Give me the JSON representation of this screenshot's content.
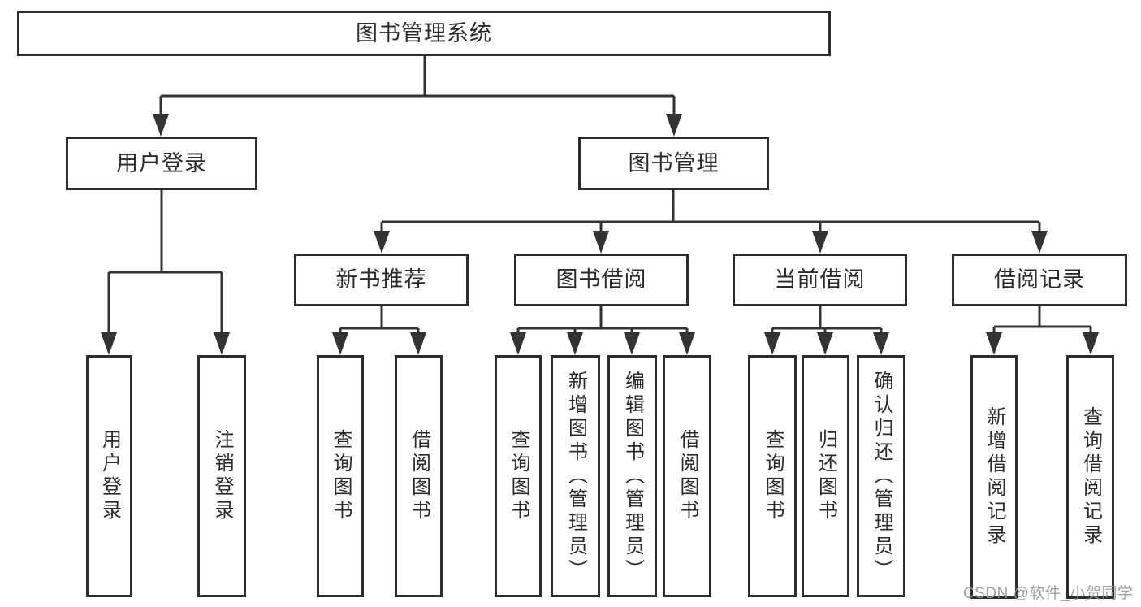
{
  "diagram": {
    "root": {
      "label": "图书管理系统"
    },
    "level2": [
      {
        "id": "user-login",
        "label": "用户登录"
      },
      {
        "id": "book-management",
        "label": "图书管理"
      }
    ],
    "level3": [
      {
        "id": "new-book-recommend",
        "label": "新书推荐"
      },
      {
        "id": "book-borrowing",
        "label": "图书借阅"
      },
      {
        "id": "current-borrowing",
        "label": "当前借阅"
      },
      {
        "id": "borrow-records",
        "label": "借阅记录"
      }
    ],
    "leaves": {
      "user_login": [
        {
          "label": "用户登录"
        },
        {
          "label": "注销登录"
        }
      ],
      "new_book_recommend": [
        {
          "label": "查询图书"
        },
        {
          "label": "借阅图书"
        }
      ],
      "book_borrowing": [
        {
          "label": "查询图书"
        },
        {
          "label": "新增图书（管理员）"
        },
        {
          "label": "编辑图书（管理员）"
        },
        {
          "label": "借阅图书"
        }
      ],
      "current_borrowing": [
        {
          "label": "查询图书"
        },
        {
          "label": "归还图书"
        },
        {
          "label": "确认归还（管理员）"
        }
      ],
      "borrow_records": [
        {
          "label": "新增借阅记录"
        },
        {
          "label": "查询借阅记录"
        }
      ]
    },
    "watermark": {
      "text": "CSDN @软件_小贺同学"
    },
    "colors": {
      "line": "#333333",
      "box_border": "#2d2d2d",
      "box_background": "#ffffff",
      "text": "#2b2b2b",
      "watermark": "#97979d"
    }
  }
}
